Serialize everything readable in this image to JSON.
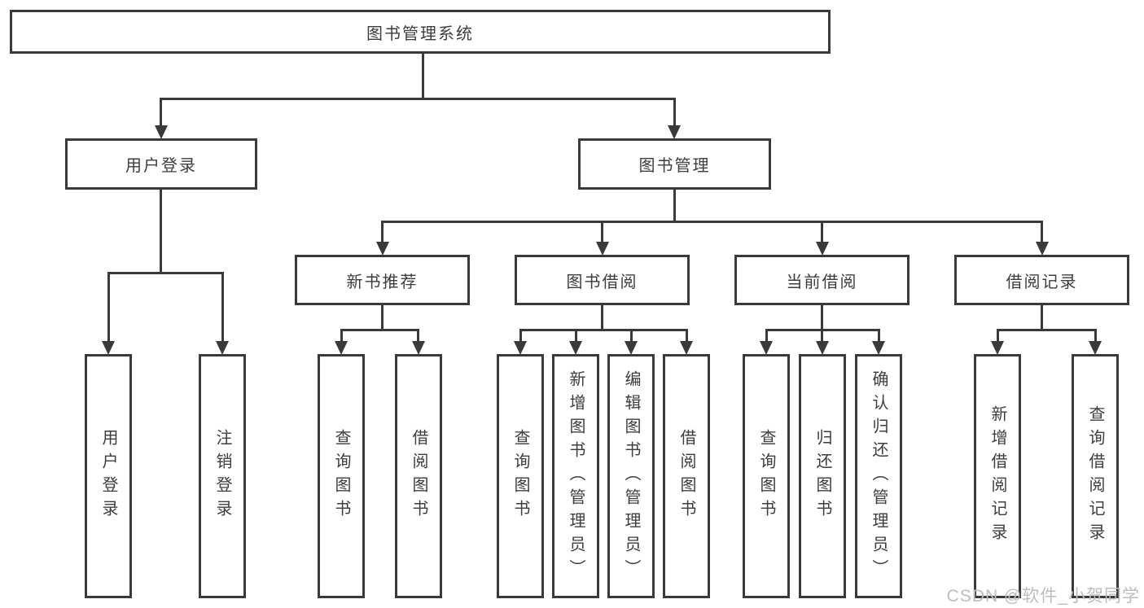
{
  "tree": {
    "root": "图书管理系统",
    "user_login": {
      "label": "用户登录",
      "children": [
        "用户登录",
        "注销登录"
      ]
    },
    "book_mgmt": {
      "label": "图书管理",
      "groups": [
        {
          "label": "新书推荐",
          "children": [
            "查询图书",
            "借阅图书"
          ]
        },
        {
          "label": "图书借阅",
          "children": [
            "查询图书",
            "新增图书（管理员）",
            "编辑图书（管理员）",
            "借阅图书"
          ]
        },
        {
          "label": "当前借阅",
          "children": [
            "查询图书",
            "归还图书",
            "确认归还（管理员）"
          ]
        },
        {
          "label": "借阅记录",
          "children": [
            "新增借阅记录",
            "查询借阅记录"
          ]
        }
      ]
    }
  },
  "watermark": "CSDN @软件_小贺同学",
  "colors": {
    "line": "#3a3a3a",
    "text": "#3d3d3d",
    "background": "#ffffff",
    "watermark": "#bdbdbd"
  }
}
